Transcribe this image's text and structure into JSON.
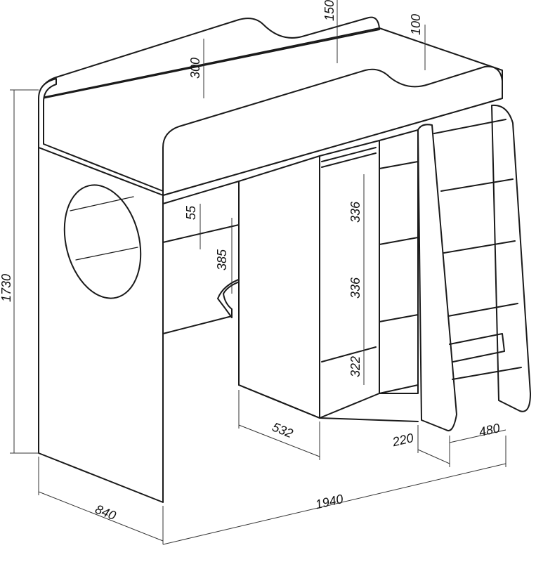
{
  "diagram": {
    "dimensions": {
      "total_height": "1730",
      "depth": "840",
      "length": "1940",
      "desk_width": "532",
      "shelf_width": "220",
      "ladder_width": "480",
      "rail_height": "300",
      "rail_cutout": "150",
      "rail_right": "100",
      "desk_gap": "55",
      "desk_height": "385",
      "shelf_upper": "336",
      "shelf_middle": "336",
      "shelf_lower": "322"
    }
  }
}
